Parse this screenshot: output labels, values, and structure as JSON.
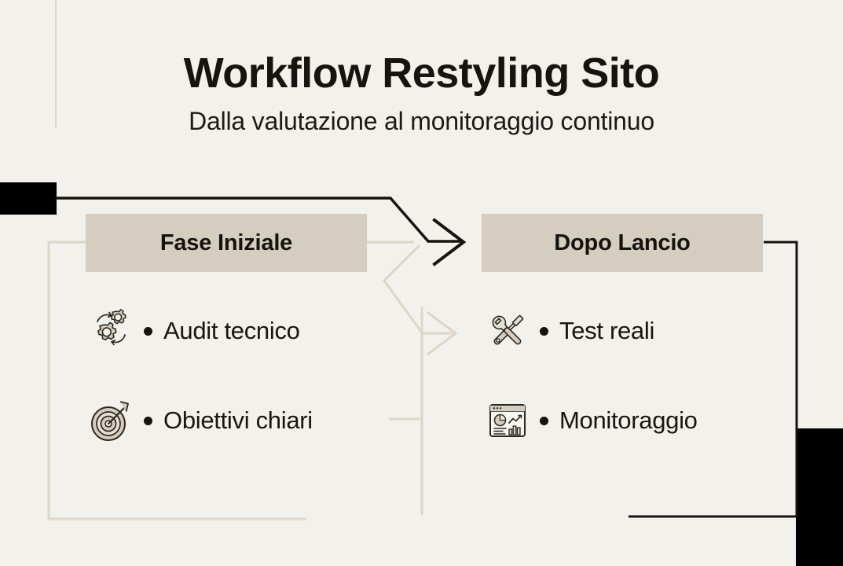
{
  "header": {
    "title": "Workflow Restyling Sito",
    "subtitle": "Dalla valutazione al monitoraggio continuo"
  },
  "columns": [
    {
      "id": "fase-iniziale",
      "title": "Fase Iniziale",
      "items": [
        {
          "label": "Audit tecnico",
          "icon": "gears-icon"
        },
        {
          "label": "Obiettivi chiari",
          "icon": "target-icon"
        }
      ]
    },
    {
      "id": "dopo-lancio",
      "title": "Dopo Lancio",
      "items": [
        {
          "label": "Test reali",
          "icon": "tools-icon"
        },
        {
          "label": "Monitoraggio",
          "icon": "analytics-dashboard-icon"
        }
      ]
    }
  ],
  "connectors": [
    {
      "name": "primary-flow-arrow",
      "color": "#15140f",
      "direction": "left-to-right"
    },
    {
      "name": "secondary-flow-arrow",
      "color": "#ddd6c8",
      "direction": "left-to-right"
    }
  ],
  "decor": {
    "background": "#f2f1ec",
    "panel": "#d5cdbf",
    "hairline": "#ddd6c8",
    "ink": "#15140f"
  }
}
